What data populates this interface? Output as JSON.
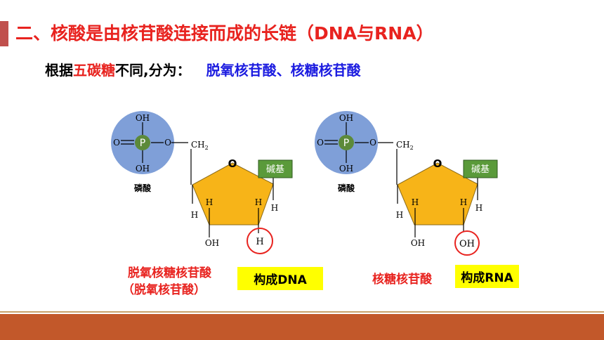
{
  "title": "二、核酸是由核苷酸连接而成的长链（DNA与RNA）",
  "subtitle": {
    "prefix": "根据",
    "highlight": "五碳糖",
    "suffix": "不同,分为：",
    "types": "脱氧核苷酸、核糖核苷酸"
  },
  "left_nucleotide": {
    "phosphate_center": "P",
    "oh_top": "OH",
    "oh_bottom": "OH",
    "o_left": "O",
    "o_right": "O",
    "ch2": "CH",
    "ch2_sub": "2",
    "ring_o": "O",
    "phosphate_label": "磷酸",
    "base_label": "碱基",
    "h_left_outer": "H",
    "h_left_inner": "H",
    "h_right_inner": "H",
    "h_right_outer": "H",
    "oh_bottom_left": "OH",
    "circled_group": "H",
    "name_line1": "脱氧核糖核苷酸",
    "name_line2": "（脱氧核苷酸）",
    "forms": "构成DNA"
  },
  "right_nucleotide": {
    "phosphate_center": "P",
    "oh_top": "OH",
    "oh_bottom": "OH",
    "o_left": "O",
    "o_right": "O",
    "ch2": "CH",
    "ch2_sub": "2",
    "ring_o": "O",
    "phosphate_label": "磷酸",
    "base_label": "碱基",
    "h_left_outer": "H",
    "h_left_inner": "H",
    "h_right_inner": "H",
    "h_right_outer": "H",
    "oh_bottom_left": "OH",
    "circled_group": "OH",
    "name": "核糖核苷酸",
    "forms": "构成RNA"
  },
  "colors": {
    "title_red": "#e8231f",
    "subtitle_blue": "#1c1ce0",
    "phosphate_blue": "#7f9fd8",
    "p_green": "#5c8a3a",
    "sugar_orange": "#f7b418",
    "base_green": "#5a9a3a",
    "highlight_yellow": "#ffff00",
    "bottom_band": "#c2582a"
  }
}
